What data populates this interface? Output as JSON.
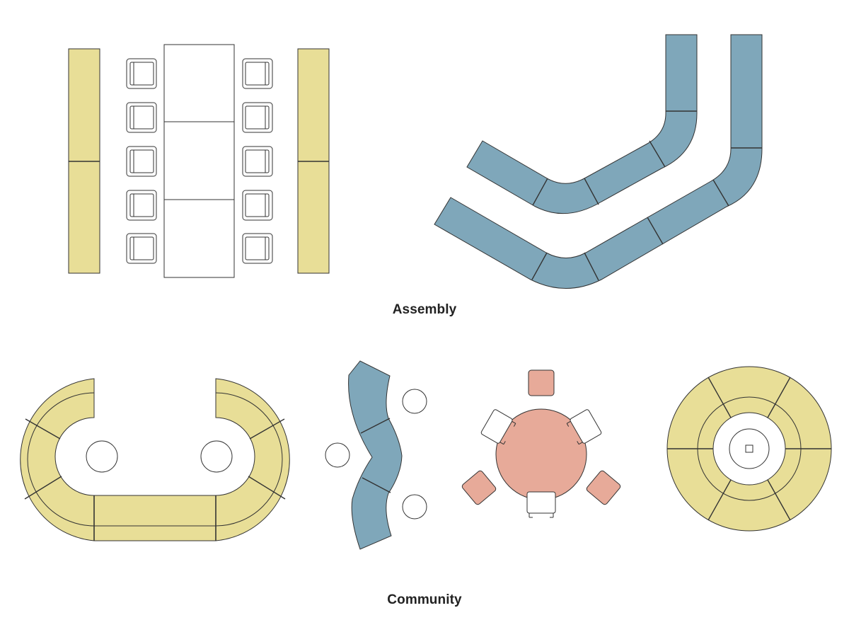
{
  "captions": {
    "assembly": "Assembly",
    "community": "Community"
  },
  "colors": {
    "yellow": "#E8DE97",
    "blue": "#7FA7BA",
    "pink": "#E7AA99",
    "white": "#FFFFFF",
    "stroke": "#333333",
    "caption": "#222222"
  },
  "groups": [
    {
      "name": "assembly",
      "elements": [
        "yellow-benches",
        "conference-table",
        "chairs",
        "curved-blue-sofas"
      ]
    },
    {
      "name": "community",
      "elements": [
        "u-shaped-sofa",
        "wave-sofa",
        "round-table-setting",
        "circular-sofa"
      ]
    }
  ]
}
